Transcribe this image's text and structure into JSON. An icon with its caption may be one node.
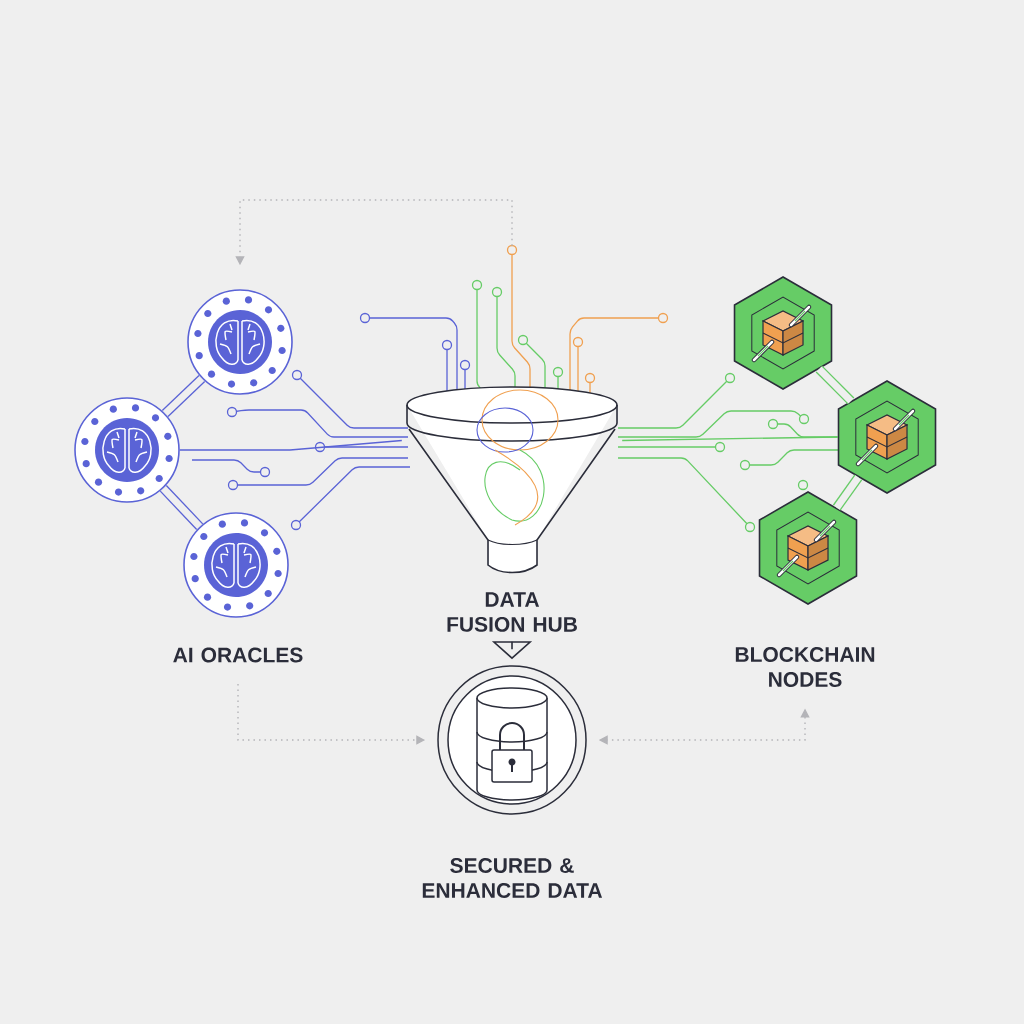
{
  "diagram": {
    "nodes": [
      {
        "text": [],
        "shape": "circle"
      },
      {
        "text": [],
        "shape": "circle"
      },
      {
        "text": [],
        "shape": "circle"
      },
      {
        "text": [
          "AI ORACLES"
        ]
      },
      {
        "text": [
          "DATA FUSION HUB"
        ]
      },
      {
        "text": [],
        "shape": "hexagon"
      },
      {
        "text": [],
        "shape": "hexagon"
      },
      {
        "text": [],
        "shape": "hexagon"
      },
      {
        "text": [
          "BLOCKCHAIN NODES"
        ]
      },
      {
        "text": [
          "SECURED & ENHANCED DATA"
        ]
      }
    ],
    "edges": [
      {
        "from": 4,
        "to": 0,
        "arrow": "to",
        "style": "dashed",
        "color": "#b4b4b8"
      },
      {
        "from": 3,
        "to": 9,
        "arrow": "to",
        "style": "dashed",
        "color": "#b4b4b8"
      },
      {
        "from": 8,
        "to": 9,
        "arrow": "both",
        "style": "dashed",
        "color": "#b4b4b8"
      },
      {
        "from": 4,
        "to": 9,
        "arrow": "to",
        "color": "#2b2d3a"
      },
      {
        "from": 0,
        "to": 1,
        "arrow": "none",
        "style": "thick",
        "color": "#5a63d6"
      },
      {
        "from": 1,
        "to": 2,
        "arrow": "none",
        "style": "thick",
        "color": "#5a63d6"
      },
      {
        "from": 5,
        "to": 6,
        "arrow": "none",
        "style": "thick",
        "color": "#66cc66"
      },
      {
        "from": 6,
        "to": 7,
        "arrow": "none",
        "style": "thick",
        "color": "#66cc66"
      },
      {
        "from": 1,
        "to": 4,
        "arrow": "none",
        "color": "#5a63d6"
      },
      {
        "from": 6,
        "to": 4,
        "arrow": "none",
        "color": "#66cc66"
      }
    ]
  }
}
